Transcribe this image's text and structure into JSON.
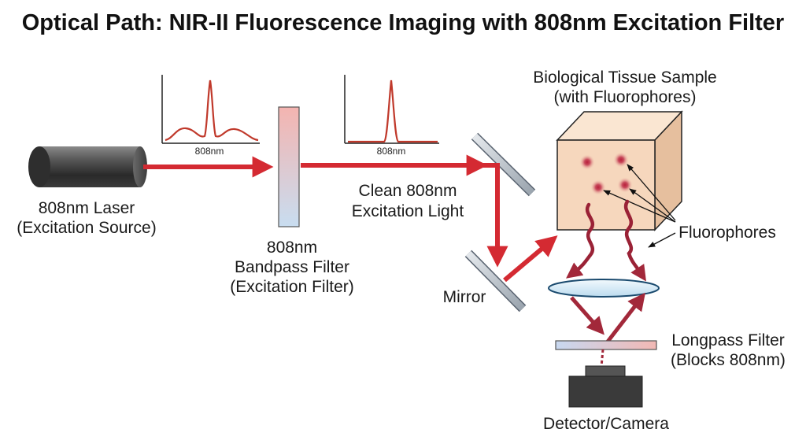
{
  "title": "Optical Path: NIR-II Fluorescence Imaging with 808nm Excitation Filter",
  "labels": {
    "laser_line1": "808nm Laser",
    "laser_line2": "(Excitation Source)",
    "bandpass_line1": "808nm",
    "bandpass_line2": "Bandpass Filter",
    "bandpass_line3": "(Excitation Filter)",
    "clean_line1": "Clean 808nm",
    "clean_line2": "Excitation Light",
    "mirror": "Mirror",
    "sample_line1": "Biological Tissue Sample",
    "sample_line2": "(with Fluorophores)",
    "fluorophores": "Fluorophores",
    "longpass_line1": "Longpass Filter",
    "longpass_line2": "(Blocks 808nm)",
    "detector": "Detector/Camera"
  },
  "spectra": {
    "before": {
      "x_label": "808nm"
    },
    "after": {
      "x_label": "808nm"
    }
  },
  "colors": {
    "beam": "#d42a32",
    "fluorescence": "#a2283a",
    "spectrum_line": "#c0392b",
    "tissue": "#f6d7bd",
    "lens": "#cfe6f4"
  }
}
